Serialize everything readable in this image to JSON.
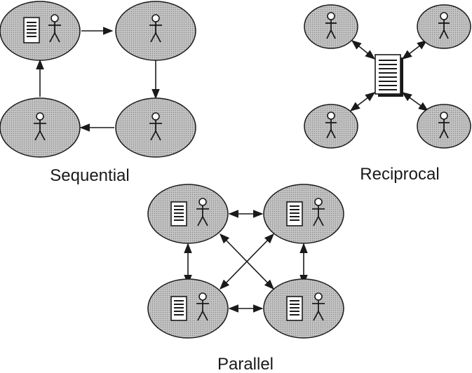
{
  "diagrams": {
    "sequential": {
      "label": "Sequential"
    },
    "reciprocal": {
      "label": "Reciprocal"
    },
    "parallel": {
      "label": "Parallel"
    }
  },
  "colors": {
    "node_fill": "#bdbdbd",
    "stroke": "#1a1a1a",
    "document_fill": "#ffffff"
  }
}
